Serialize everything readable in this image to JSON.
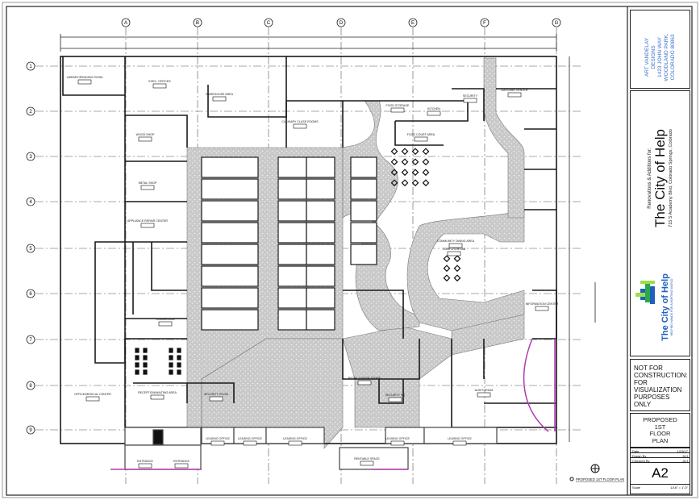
{
  "designer": {
    "lines": [
      "ART VANDELAY",
      "DESIGNS",
      "1423 JOHN WAY",
      "WOODLAND PARK,",
      "COLORADO 80863"
    ],
    "color": "#3a6fc4"
  },
  "project": {
    "subtitle": "Renovations & Additions for:",
    "title": "The City of Help",
    "address": "715 S Academy Blvd, Colorado Springs, Colorado"
  },
  "logo": {
    "name": "The City of Help",
    "tagline": "HELPING HANDS FOR A HURTING WORLD",
    "colors": [
      "#1f5fbf",
      "#2aa84a",
      "#9be04a"
    ]
  },
  "notice": "NOT FOR CONSTRUCTION: FOR VISUALIZATION PURPOSES ONLY",
  "sheet_title": [
    "PROPOSED",
    "1ST",
    "FLOOR",
    "PLAN"
  ],
  "meta": [
    {
      "label": "Date",
      "value": "1/23/17"
    },
    {
      "label": "Drawn By",
      "value": "JLH"
    },
    {
      "label": "Checked By",
      "value": "JLH"
    }
  ],
  "sheet_number": "A2",
  "scale": {
    "label": "Scale",
    "value": "1/16\" = 1'-0\""
  },
  "plan_caption": "PROPOSED 1ST FLOOR PLAN",
  "grid": {
    "columns": [
      "A",
      "B",
      "C",
      "D",
      "E",
      "F",
      "G"
    ],
    "rows": [
      "1",
      "2",
      "3",
      "4",
      "5",
      "6",
      "7",
      "8",
      "9"
    ]
  },
  "rooms": [
    "LIBRARY/READING ROOM",
    "EXEC. OFFICES",
    "WAREHOUSE AREA",
    "WOOD SHOP",
    "METAL SHOP",
    "APPLIANCE REPAIR CENTER",
    "CULINARY CLASS ROOMS",
    "FOOD STORAGE",
    "KITCHEN",
    "SECURITY",
    "DAYCARE CENTER",
    "FOOD COURT AREA",
    "COMPUTER LAB",
    "CLASSROOM",
    "SECURITY ROOM",
    "RECEPTION/WAITING AREA",
    "OFFICE/MEDICAL CENTER",
    "RETAIL & BOOK STORE",
    "SECURITY HQ",
    "AUDITORIUM",
    "ENTRANCE",
    "ENTRANCE",
    "LEASING OFFICE",
    "LEASING OFFICE",
    "LEASING OFFICE",
    "LEASING OFFICE",
    "LEASING OFFICE",
    "RENTABLE SPACE",
    "COMMUNITY DINING AREA",
    "INFORMATION CENTER"
  ],
  "colors": {
    "corridor": "#c9c9c9",
    "walls": "#1a1a1a",
    "property_line": "#b03ab0"
  }
}
